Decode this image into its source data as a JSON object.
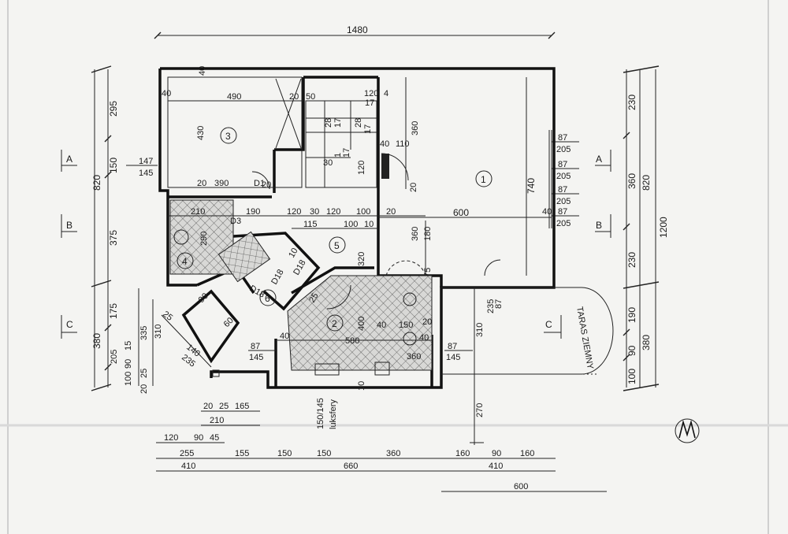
{
  "top_dims": {
    "total": "1480"
  },
  "left_dims": {
    "outer": [
      "820",
      "380"
    ],
    "mid": [
      "295",
      "150",
      "375",
      "175",
      "205",
      "100"
    ],
    "inner": [
      "147",
      "145"
    ],
    "lower": [
      "335",
      "310",
      "15",
      "90",
      "25",
      "20"
    ]
  },
  "right_dims": {
    "total": "1200",
    "outer": [
      "820",
      "380"
    ],
    "inner": [
      "230",
      "360",
      "230",
      "190",
      "90",
      "100"
    ]
  },
  "windows_right": [
    {
      "a": "87",
      "b": "205"
    },
    {
      "a": "87",
      "b": "205"
    },
    {
      "a": "87",
      "b": "205"
    },
    {
      "a": "87",
      "b": "205"
    }
  ],
  "sections": {
    "a": "A",
    "b": "B",
    "c": "C"
  },
  "rooms": {
    "r1": "1",
    "r2": "2",
    "r3": "3",
    "r4": "4",
    "r5": "5",
    "r6": "6"
  },
  "interior": {
    "r3_width": "490",
    "r3_h": "430",
    "r3_bottom": "390",
    "t40a": "40",
    "t40b": "40",
    "t20a": "20",
    "t20b": "20",
    "t20c": "20",
    "t50": "50",
    "t120a": "120",
    "t4": "4",
    "t17": "17",
    "s28": "28",
    "s17": "17",
    "s28b": "28",
    "s17b": "17",
    "x1": "1",
    "x17": "17",
    "x30": "30",
    "h360": "360",
    "h110": "110",
    "h40": "40",
    "r1_h": "740",
    "r1_w": "600",
    "v120": "120",
    "v20": "20",
    "d1": "D1",
    "row": [
      "210",
      "190",
      "120",
      "30",
      "120",
      "100",
      "20",
      "40"
    ],
    "d3": "D3",
    "d290": "290",
    "row2": [
      "115",
      "100",
      "10"
    ],
    "v320": "320",
    "v360b": "360",
    "v180": "180",
    "v75": "75",
    "d10a": "10",
    "d18": "D18",
    "d18b": "D18",
    "d18c": "D18",
    "d90": "90",
    "d140": "140",
    "d235": "235",
    "d25": "25",
    "d60": "60",
    "r2_w": "580",
    "k40": "40",
    "k150": "150",
    "k20": "20",
    "k40b": "40",
    "k40c": "40",
    "k400": "400",
    "k360": "360",
    "k10": "10",
    "k25": "25",
    "w87a": "87",
    "w145a": "145",
    "w87b": "87",
    "w145b": "145",
    "p87": "87",
    "p235": "235",
    "p310": "310",
    "p270": "270"
  },
  "terrace_label": "TARAS ZIEMNY",
  "luksfery_label": "luksfery",
  "luksfery_size": "150/145",
  "bottom_dims": {
    "row1": [
      "20",
      "25",
      "165"
    ],
    "row2": [
      "210"
    ],
    "row3": [
      "120",
      "90",
      "45"
    ],
    "row4": [
      "255",
      "155",
      "150",
      "150",
      "360",
      "160",
      "90",
      "160"
    ],
    "row5": [
      "410",
      "660",
      "410"
    ],
    "row6": [
      "600"
    ]
  },
  "north_symbol": "north-arrow"
}
